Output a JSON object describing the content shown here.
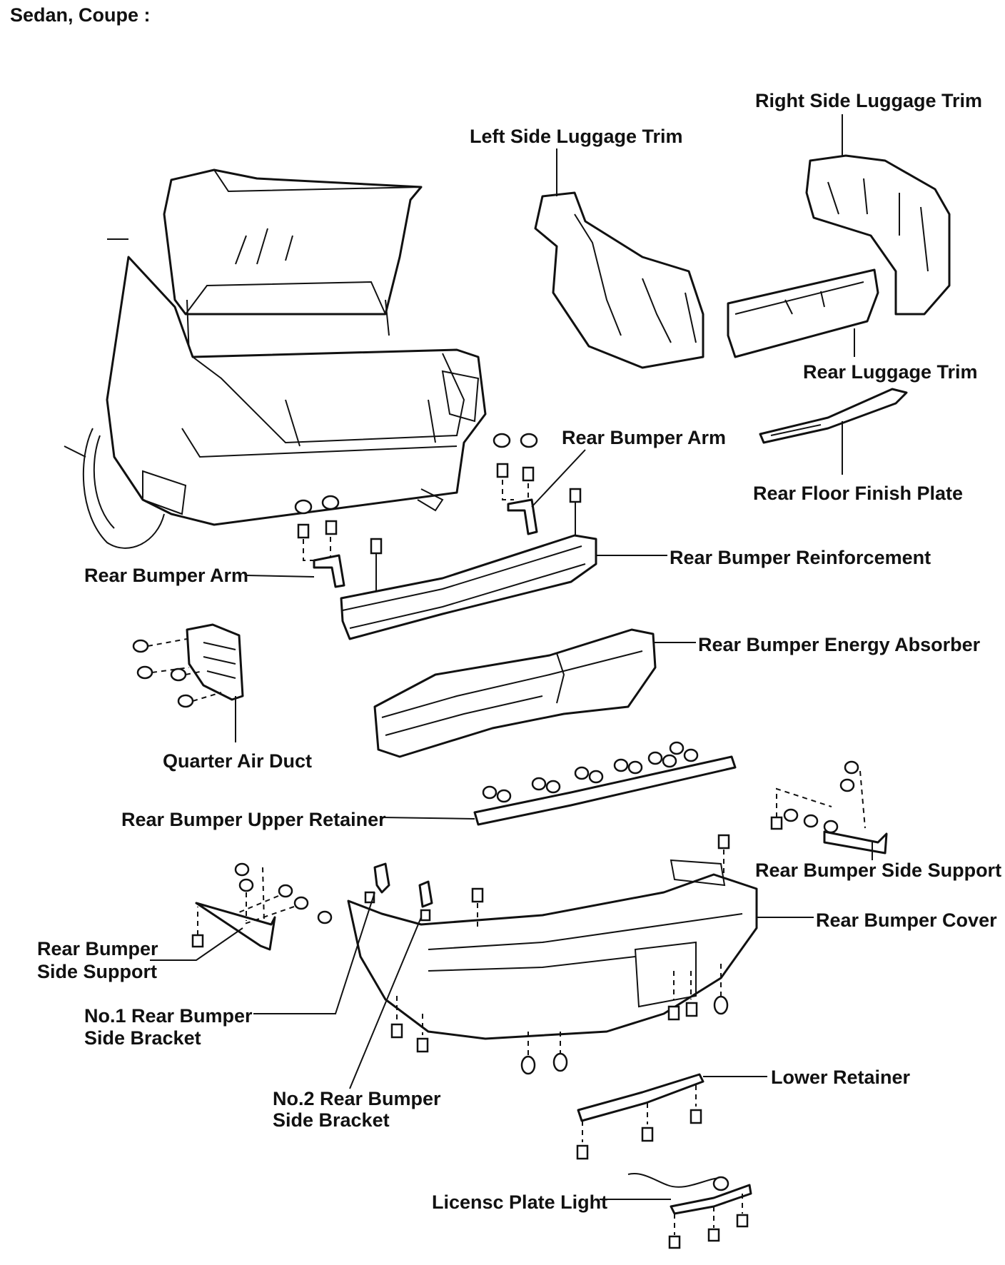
{
  "heading": "Sedan, Coupe :",
  "labels": {
    "right_side_luggage_trim": "Right Side Luggage Trim",
    "left_side_luggage_trim": "Left Side Luggage Trim",
    "rear_luggage_trim": "Rear Luggage Trim",
    "rear_floor_finish_plate": "Rear Floor Finish Plate",
    "rear_bumper_arm_right": "Rear Bumper Arm",
    "rear_bumper_arm_left": "Rear Bumper Arm",
    "rear_bumper_reinforcement": "Rear Bumper Reinforcement",
    "rear_bumper_energy_absorber": "Rear Bumper Energy Absorber",
    "quarter_air_duct": "Quarter Air Duct",
    "rear_bumper_upper_retainer": "Rear Bumper Upper Retainer",
    "rear_bumper_side_support_right": "Rear Bumper Side Support",
    "rear_bumper_side_support_left_line1": "Rear Bumper",
    "rear_bumper_side_support_left_line2": "Side Support",
    "rear_bumper_cover": "Rear Bumper Cover",
    "no1_side_bracket_line1": "No.1 Rear Bumper",
    "no1_side_bracket_line2": "Side Bracket",
    "no2_side_bracket_line1": "No.2 Rear Bumper",
    "no2_side_bracket_line2": "Side Bracket",
    "lower_retainer": "Lower Retainer",
    "license_plate_light": "Licensc Plate Light"
  }
}
